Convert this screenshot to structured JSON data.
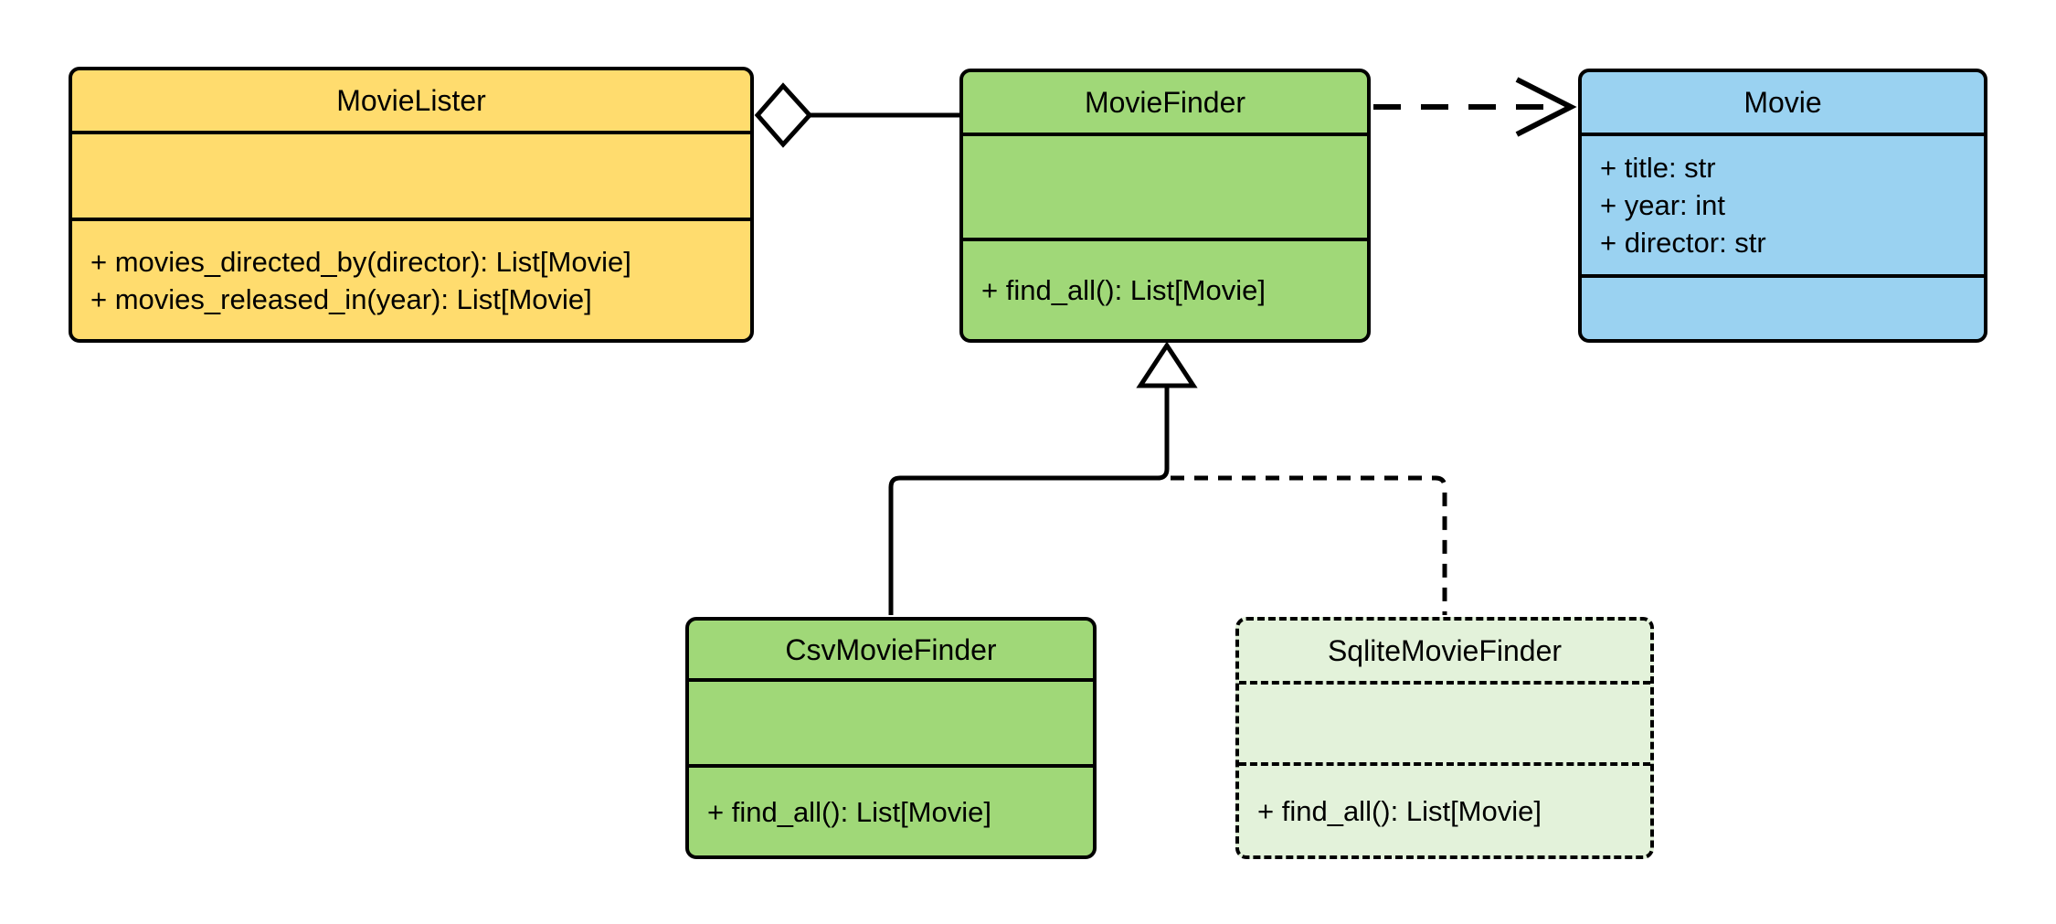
{
  "diagram": {
    "kind": "uml-class-diagram",
    "background_color": "#ffffff",
    "stroke_color": "#000000"
  },
  "colors": {
    "yellow_fill": "#FFDC6E",
    "green_fill": "#A0D878",
    "blue_fill": "#9AD2F1",
    "pale_green_fill": "#E3F2DA",
    "stroke": "#000000"
  },
  "classes": [
    {
      "title": "MovieLister",
      "fill": "#FFDC6E",
      "border_style": "solid",
      "attributes": [],
      "methods": [
        "+ movies_directed_by(director): List[Movie]",
        "+ movies_released_in(year): List[Movie]"
      ]
    },
    {
      "title": "MovieFinder",
      "fill": "#A0D878",
      "border_style": "solid",
      "attributes": [],
      "methods": [
        "+ find_all(): List[Movie]"
      ]
    },
    {
      "title": "Movie",
      "fill": "#9AD2F1",
      "border_style": "solid",
      "attributes": [
        "+ title: str",
        "+ year: int",
        "+ director: str"
      ],
      "methods": []
    },
    {
      "title": "CsvMovieFinder",
      "fill": "#A0D878",
      "border_style": "solid",
      "attributes": [],
      "methods": [
        "+ find_all(): List[Movie]"
      ]
    },
    {
      "title": "SqliteMovieFinder",
      "fill": "#E3F2DA",
      "border_style": "dashed",
      "attributes": [],
      "methods": [
        "+ find_all(): List[Movie]"
      ]
    }
  ],
  "relationships": [
    {
      "type": "aggregation",
      "from": "MovieLister",
      "to": "MovieFinder",
      "line": "solid",
      "marker": "hollow-diamond"
    },
    {
      "type": "dependency",
      "from": "MovieFinder",
      "to": "Movie",
      "line": "dashed",
      "marker": "open-arrow"
    },
    {
      "type": "generalization",
      "from": "CsvMovieFinder",
      "to": "MovieFinder",
      "line": "solid",
      "marker": "hollow-triangle"
    },
    {
      "type": "generalization",
      "from": "SqliteMovieFinder",
      "to": "MovieFinder",
      "line": "dashed",
      "marker": "hollow-triangle"
    }
  ]
}
